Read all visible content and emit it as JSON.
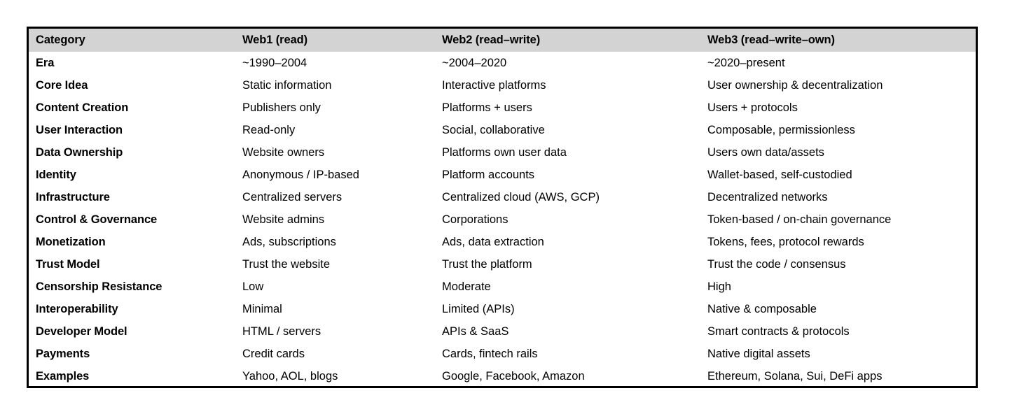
{
  "table": {
    "columns": [
      "Category",
      "Web1 (read)",
      "Web2 (read–write)",
      "Web3 (read–write–own)"
    ],
    "header_background": "#d3d3d3",
    "border_color": "#000000",
    "rows": [
      {
        "category": "Era",
        "web1": "~1990–2004",
        "web2": "~2004–2020",
        "web3": "~2020–present"
      },
      {
        "category": "Core Idea",
        "web1": "Static information",
        "web2": "Interactive platforms",
        "web3": "User ownership & decentralization"
      },
      {
        "category": "Content Creation",
        "web1": "Publishers only",
        "web2": "Platforms + users",
        "web3": "Users + protocols"
      },
      {
        "category": "User Interaction",
        "web1": "Read-only",
        "web2": "Social, collaborative",
        "web3": "Composable, permissionless"
      },
      {
        "category": "Data Ownership",
        "web1": "Website owners",
        "web2": "Platforms own user data",
        "web3": "Users own data/assets"
      },
      {
        "category": "Identity",
        "web1": "Anonymous / IP-based",
        "web2": "Platform accounts",
        "web3": "Wallet-based, self-custodied"
      },
      {
        "category": "Infrastructure",
        "web1": "Centralized servers",
        "web2": "Centralized cloud (AWS, GCP)",
        "web3": "Decentralized networks"
      },
      {
        "category": "Control & Governance",
        "web1": "Website admins",
        "web2": "Corporations",
        "web3": "Token-based / on-chain governance"
      },
      {
        "category": "Monetization",
        "web1": "Ads, subscriptions",
        "web2": "Ads, data extraction",
        "web3": "Tokens, fees, protocol rewards"
      },
      {
        "category": "Trust Model",
        "web1": "Trust the website",
        "web2": "Trust the platform",
        "web3": "Trust the code / consensus"
      },
      {
        "category": "Censorship Resistance",
        "web1": "Low",
        "web2": "Moderate",
        "web3": "High"
      },
      {
        "category": "Interoperability",
        "web1": "Minimal",
        "web2": "Limited (APIs)",
        "web3": "Native & composable"
      },
      {
        "category": "Developer Model",
        "web1": "HTML / servers",
        "web2": "APIs & SaaS",
        "web3": "Smart contracts & protocols"
      },
      {
        "category": "Payments",
        "web1": "Credit cards",
        "web2": "Cards, fintech rails",
        "web3": "Native digital assets"
      },
      {
        "category": "Examples",
        "web1": "Yahoo, AOL, blogs",
        "web2": "Google, Facebook, Amazon",
        "web3": "Ethereum, Solana, Sui, DeFi apps"
      }
    ]
  }
}
